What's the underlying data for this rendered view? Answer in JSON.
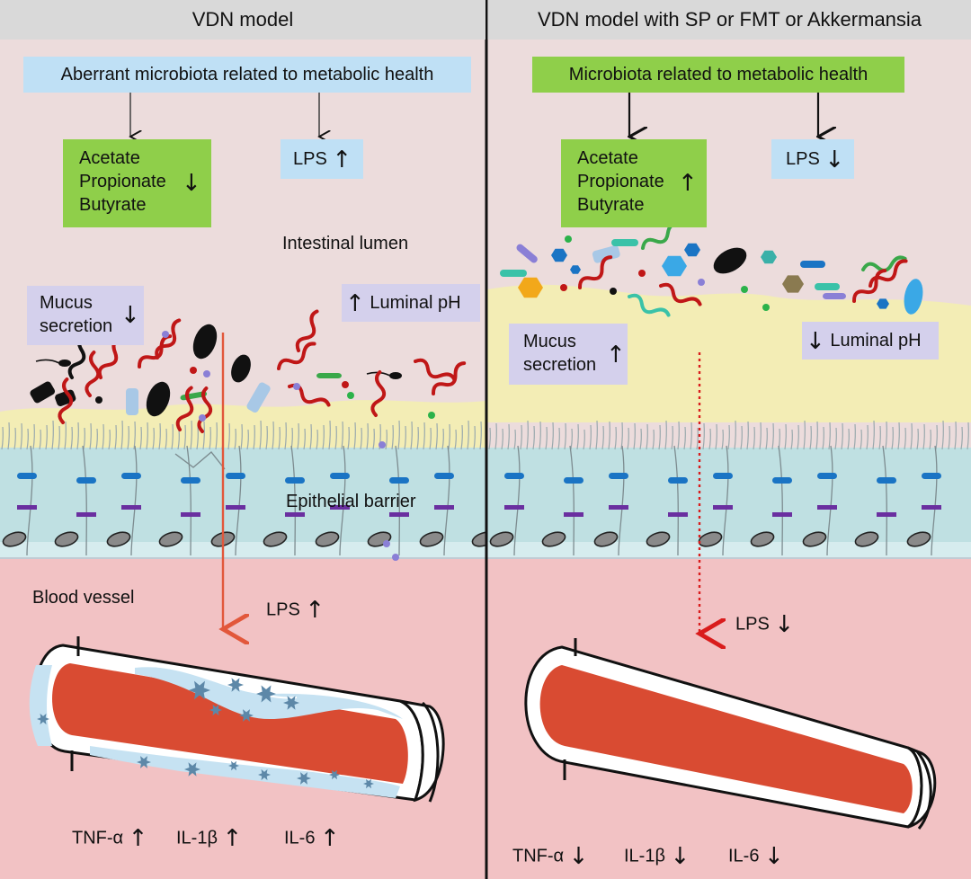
{
  "left": {
    "header": "VDN model",
    "microbiota_box": "Aberrant microbiota related to metabolic health",
    "scfa": [
      "Acetate",
      "Propionate",
      "Butyrate"
    ],
    "scfa_arrow": "↓",
    "lps_top": "LPS",
    "lps_top_arrow": "↑",
    "lumen_label": "Intestinal lumen",
    "mucus": [
      "Mucus",
      "secretion"
    ],
    "mucus_arrow": "↓",
    "luminal_ph": "Luminal pH",
    "luminal_ph_arrow": "↑",
    "epithelial_label": "Epithelial barrier",
    "blood_vessel_label": "Blood vessel",
    "lps_blood": "LPS",
    "lps_blood_arrow": "↑",
    "cytokines": [
      {
        "name": "TNF-α",
        "arrow": "↑"
      },
      {
        "name": "IL-1β",
        "arrow": "↑"
      },
      {
        "name": "IL-6",
        "arrow": "↑"
      }
    ]
  },
  "right": {
    "header": "VDN model with SP or FMT or Akkermansia",
    "microbiota_box": "Microbiota related to metabolic health",
    "scfa": [
      "Acetate",
      "Propionate",
      "Butyrate"
    ],
    "scfa_arrow": "↑",
    "lps_top": "LPS",
    "lps_top_arrow": "↓",
    "mucus": [
      "Mucus",
      "secretion"
    ],
    "mucus_arrow": "↑",
    "luminal_ph": "Luminal pH",
    "luminal_ph_arrow": "↓",
    "lps_blood": "LPS",
    "lps_blood_arrow": "↓",
    "cytokines": [
      {
        "name": "TNF-α",
        "arrow": "↓"
      },
      {
        "name": "IL-1β",
        "arrow": "↓"
      },
      {
        "name": "IL-6",
        "arrow": "↓"
      }
    ]
  },
  "colors": {
    "lumen_bg": "#ecdcdc",
    "mucus": "#f3edb5",
    "epithelium": "#bfe0e2",
    "blood_bg": "#f2c2c4",
    "blood": "#d94b32",
    "box_blue": "#bfe0f5",
    "box_green": "#8fcf4a",
    "box_lavender": "#d4d0ec",
    "tight_junction_blue": "#1a74c4",
    "tight_junction_purple": "#6a2fa0"
  }
}
